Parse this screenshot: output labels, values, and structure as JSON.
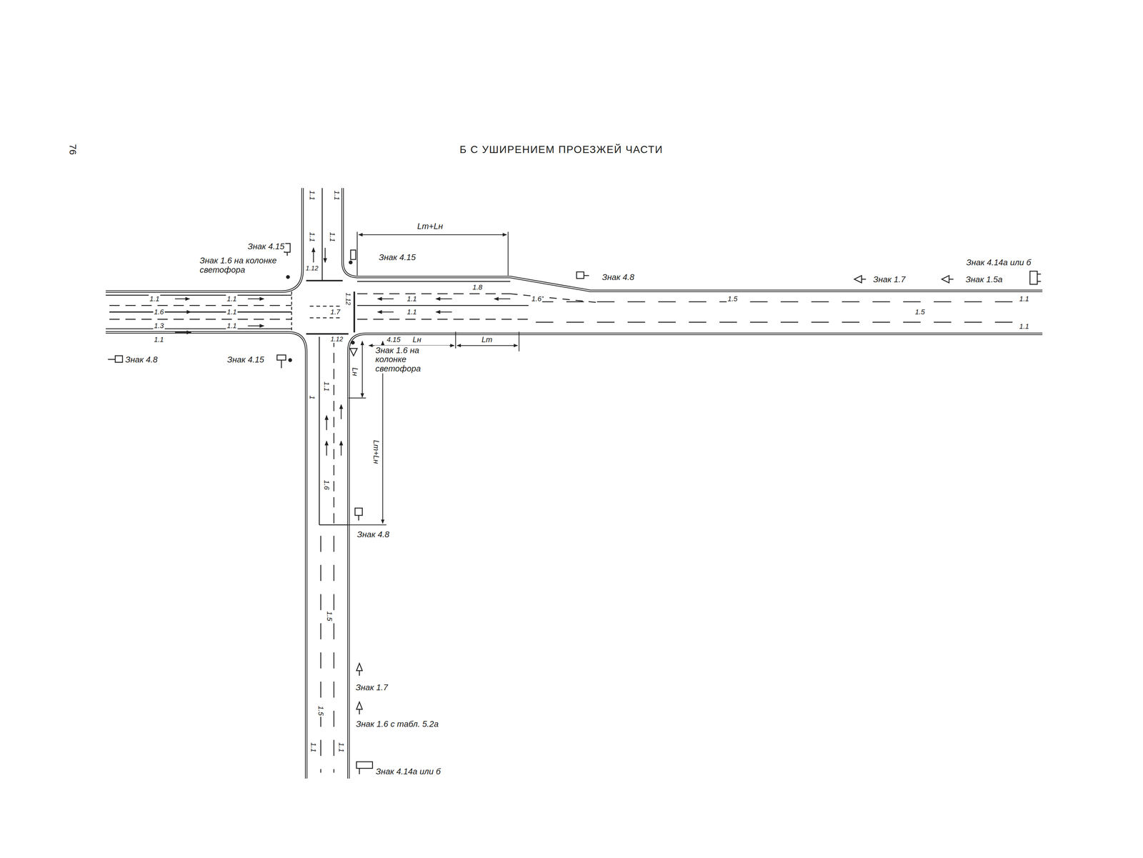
{
  "diagram": {
    "title": "Б С УШИРЕНИЕМ ПРОЕЗЖЕЙ ЧАСТИ",
    "labels": [
      "76",
      "Знак 4.15",
      "Знак 1.6 на колонке светофора",
      "Lт+Lн",
      "Знак 4.15",
      "Знак 4.8",
      "Знак 1.7",
      "Знак 1.5а",
      "Знак 4.14а или б",
      "1.1",
      "1.1",
      "1.1",
      "1.1",
      "1.12",
      "1.12",
      "1.1",
      "1.1",
      "1.6",
      "1.1",
      "1.3",
      "1.1",
      "1.1",
      "1.7",
      "1.1",
      "1.8",
      "1.6",
      "1.1",
      "1.5",
      "1.5",
      "1.1",
      "1.1",
      "1.12",
      "4.15",
      "Lн",
      "Lт",
      "Знак 1.6 на колонке светофора",
      "Знак 4.8",
      "Знак 4.15",
      "Lн",
      "Lт+Lн",
      "1",
      "1.1",
      "1.6",
      "Знак 4.8",
      "1.5",
      "Знак 1.7",
      "1.5",
      "Знак 1.6 с табл. 5.2а",
      "1.1",
      "1.1",
      "Знак 4.14а или б"
    ]
  }
}
